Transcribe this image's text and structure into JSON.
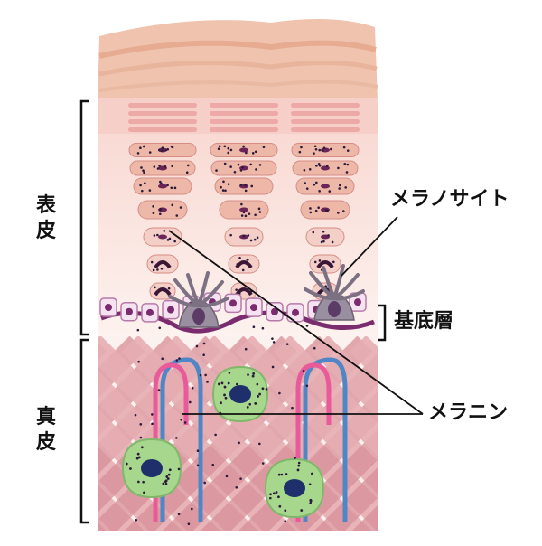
{
  "labels": {
    "epidermis": [
      "表",
      "皮"
    ],
    "dermis": [
      "真",
      "皮"
    ],
    "melanocyte": "メラノサイト",
    "basal_layer": "基底層",
    "melanin": "メラニン"
  },
  "colors": {
    "stratum_corneum": "#efc3ad",
    "epidermis": "#fbe4df",
    "keratinocyte": "#edb8a8",
    "melanin_dot": "#2b1a3a",
    "basal_cell": "#7a2c6e",
    "melanocyte_body": "#9a8fa1",
    "dermis_fiber": "#e6aeb3",
    "artery": "#e85a9a",
    "vein": "#4f86c6",
    "fibroblast": "#a7d78c",
    "nucleus": "#1f2f6b",
    "leader_line": "#111111"
  }
}
